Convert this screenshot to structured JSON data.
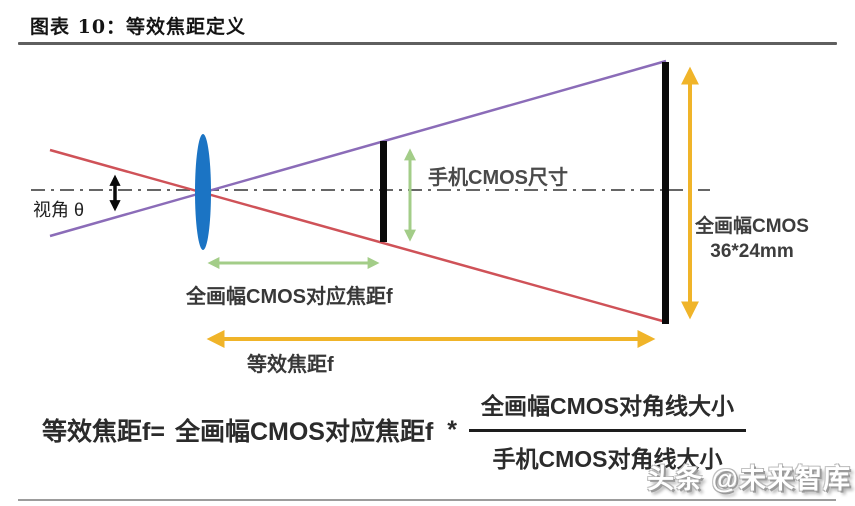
{
  "header": {
    "title": "图表 10：等效焦距定义"
  },
  "diagram": {
    "labels": {
      "view_angle": "视角 θ",
      "phone_cmos_size": "手机CMOS尺寸",
      "fullframe_cmos_line1": "全画幅CMOS",
      "fullframe_cmos_line2": "36*24mm",
      "fullframe_focal": "全画幅CMOS对应焦距f",
      "equivalent_focal": "等效焦距f"
    },
    "colors": {
      "lens_blue": "#1b74c4",
      "ray_red": "#cf5258",
      "ray_purple": "#8b6cb8",
      "measure_green": "#a3cd88",
      "measure_yellow": "#f0b429",
      "sensor_black": "#0a0a0a",
      "axis_gray": "#666666",
      "angle_arrow_black": "#0a0a0a"
    }
  },
  "formula": {
    "lhs": "等效焦距f=",
    "term": "全画幅CMOS对应焦距f",
    "operator": "*",
    "numerator": "全画幅CMOS对角线大小",
    "denominator": "手机CMOS对角线大小"
  },
  "watermark": {
    "text": "头条 @未来智库"
  }
}
